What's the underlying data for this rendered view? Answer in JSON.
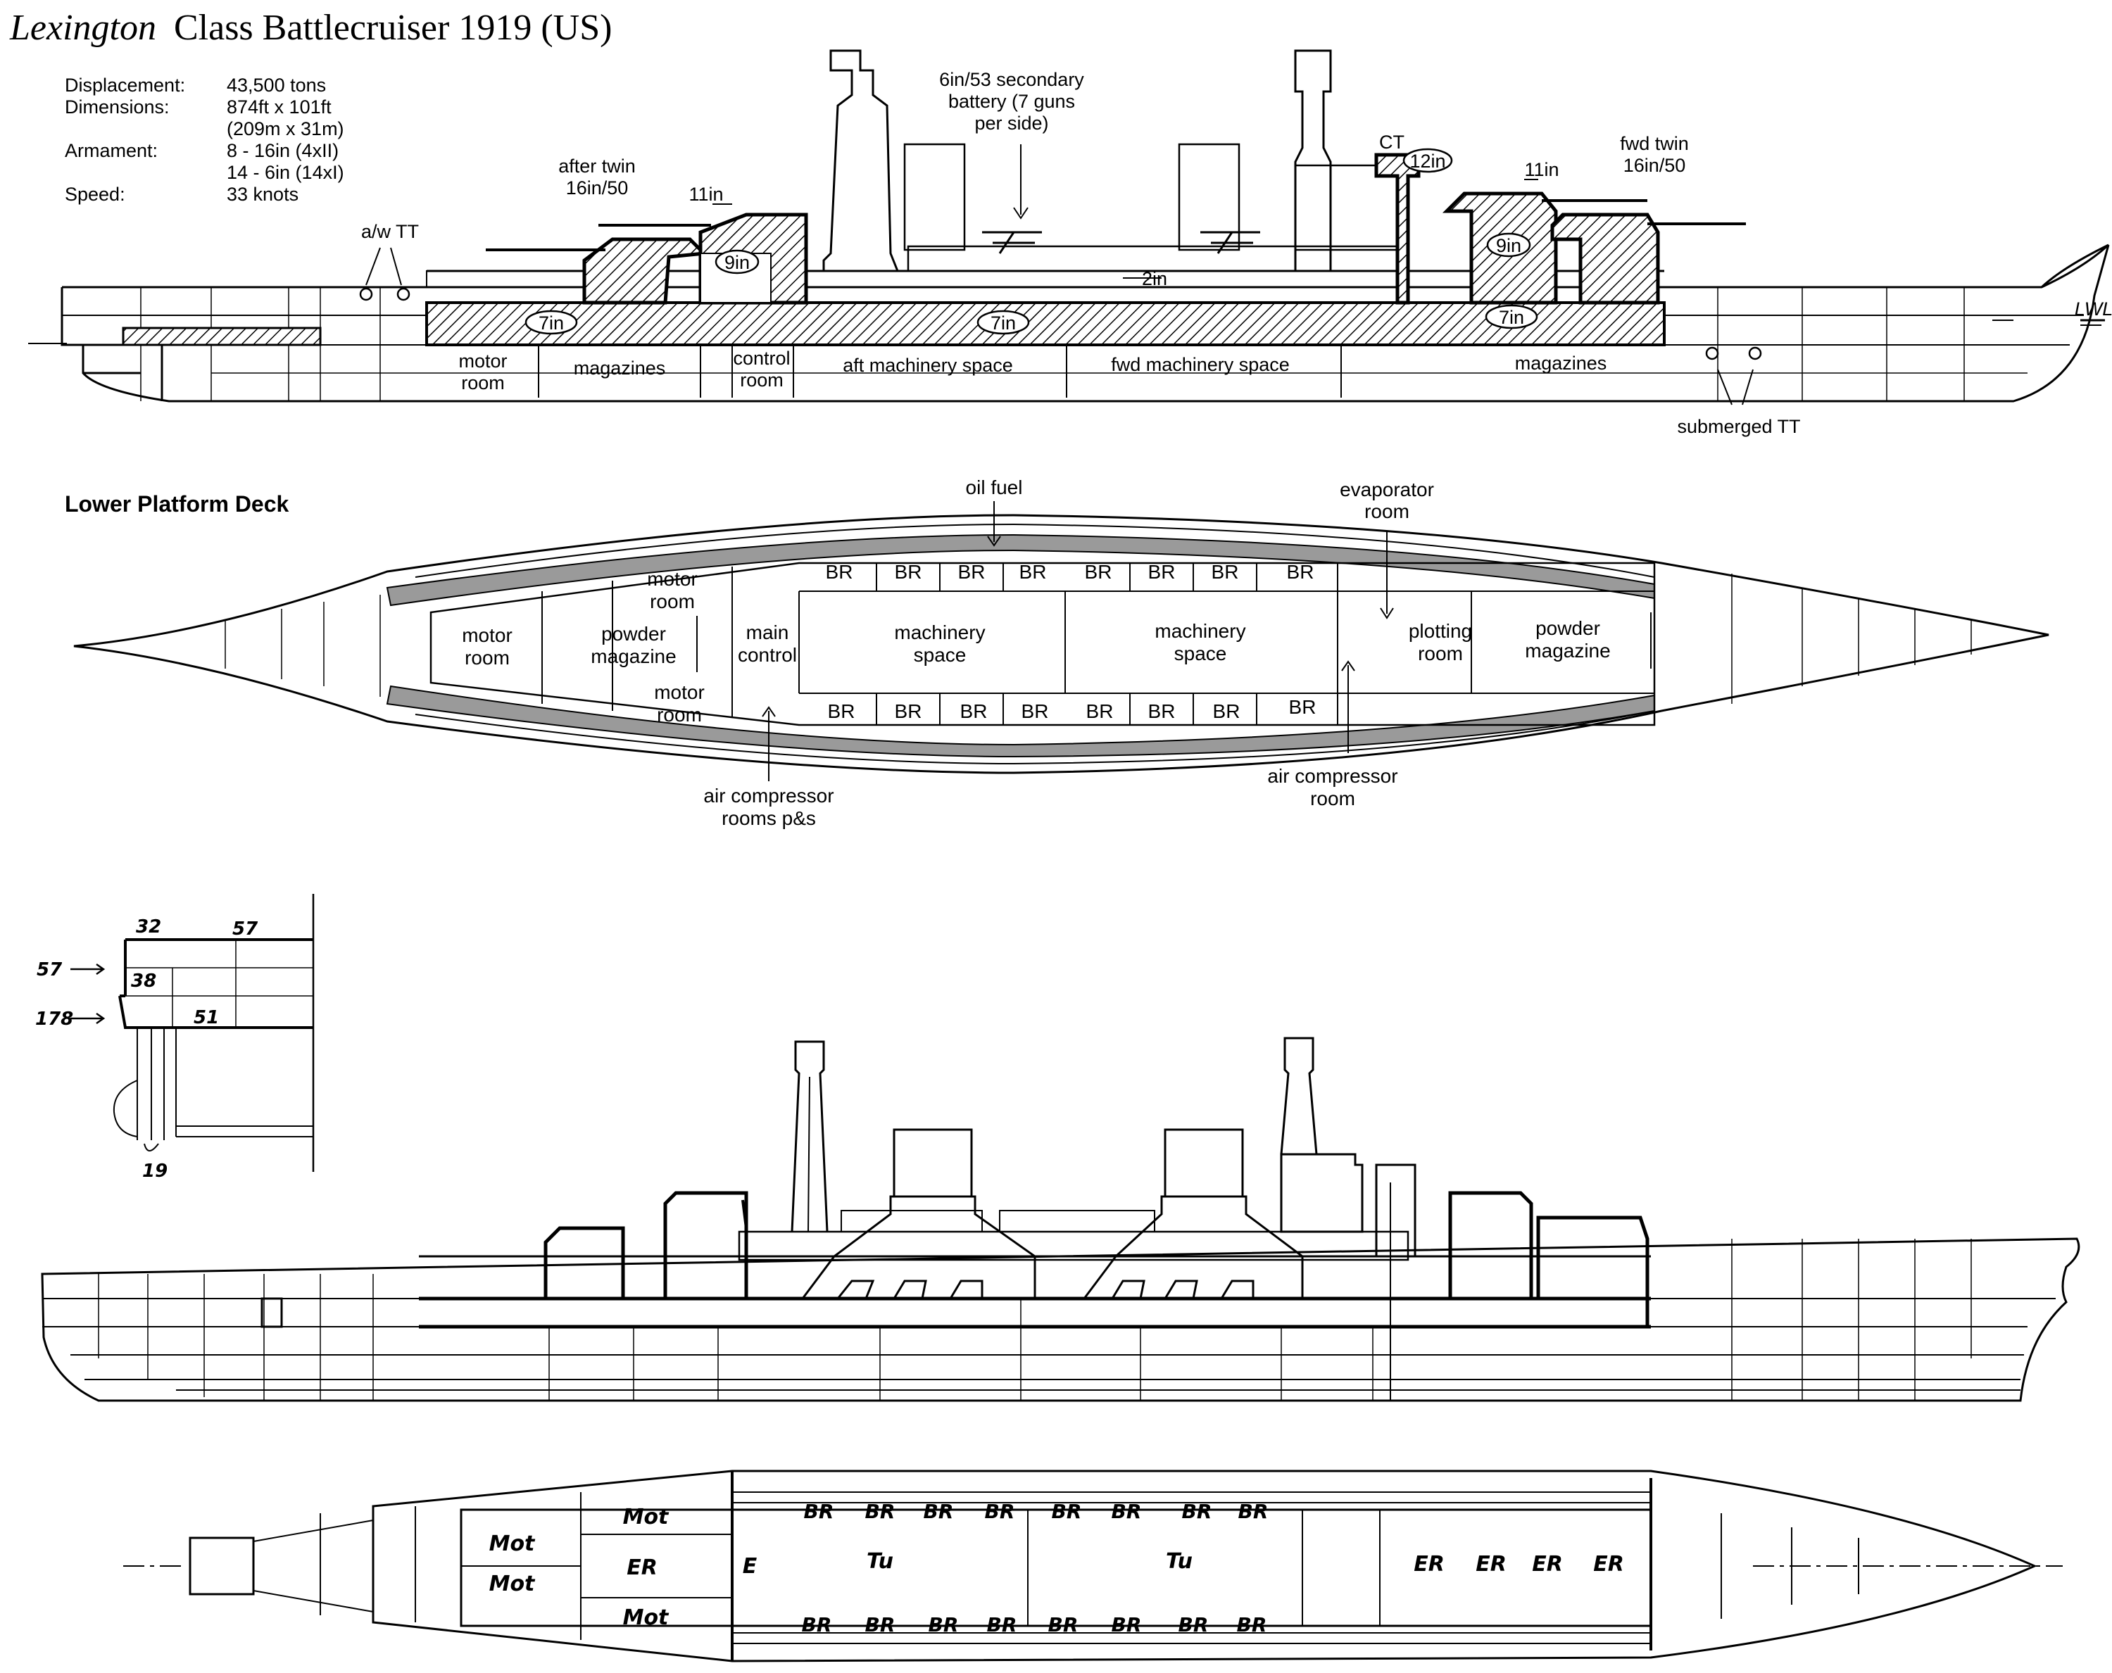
{
  "title": {
    "italic": "Lexington",
    "rest": "Class Battlecruiser 1919 (US)"
  },
  "specs": [
    {
      "label": "Displacement:",
      "value": "43,500 tons"
    },
    {
      "label": "Dimensions:",
      "value": "874ft x 101ft"
    },
    {
      "label": "",
      "value": "(209m x 31m)"
    },
    {
      "label": "Armament:",
      "value": "8 - 16in (4xII)"
    },
    {
      "label": "",
      "value": "14 - 6in (14xI)"
    },
    {
      "label": "Speed:",
      "value": "33 knots"
    }
  ],
  "profile": {
    "labels": {
      "after_twin_1": "after twin",
      "after_twin_2": "16in/50",
      "secondary_1": "6in/53 secondary",
      "secondary_2": "battery (7 guns",
      "secondary_3": "per side)",
      "ct": "CT",
      "fwd_twin_1": "fwd twin",
      "fwd_twin_2": "16in/50",
      "aw_tt": "a/w TT",
      "submerged_tt": "submerged TT",
      "lwl": "LWL"
    },
    "armor": {
      "barbette_aft": "11in",
      "barbette_fwd": "11in",
      "turret_aft": "9in",
      "turret_fwd": "9in",
      "ct": "12in",
      "deck": "2in",
      "belt_aft": "7in",
      "belt_mid": "7in",
      "belt_fwd": "7in"
    },
    "spaces": {
      "motor_1": "motor",
      "motor_2": "room",
      "magazines_aft": "magazines",
      "control_1": "control",
      "control_2": "room",
      "aft_machinery": "aft machinery space",
      "fwd_machinery": "fwd machinery space",
      "magazines_fwd": "magazines"
    }
  },
  "deck_plan": {
    "heading": "Lower Platform Deck",
    "labels": {
      "oil_fuel": "oil fuel",
      "evap_1": "evaporator",
      "evap_2": "room",
      "motor_room_1": "motor",
      "motor_room_2": "room",
      "motor_top_1": "motor",
      "motor_top_2": "room",
      "motor_bot_1": "motor",
      "motor_bot_2": "room",
      "powder_aft_1": "powder",
      "powder_aft_2": "magazine",
      "main_control_1": "main",
      "main_control_2": "control",
      "mach_aft_1": "machinery",
      "mach_aft_2": "space",
      "mach_fwd_1": "machinery",
      "mach_fwd_2": "space",
      "plotting_1": "plotting",
      "plotting_2": "room",
      "powder_fwd_1": "powder",
      "powder_fwd_2": "magazine",
      "air_comp_aft_1": "air compressor",
      "air_comp_aft_2": "rooms p&s",
      "air_comp_fwd_1": "air compressor",
      "air_comp_fwd_2": "room",
      "br": "BR"
    }
  },
  "inset": {
    "labels": {
      "a": "32",
      "b": "57",
      "c": "38",
      "d": "51",
      "e": "57",
      "f": "178",
      "g": "19"
    }
  },
  "bottom_plan": {
    "labels": {
      "mot": "Mot",
      "er": "ER",
      "e": "E",
      "tu": "Tu",
      "br": "BR"
    }
  }
}
